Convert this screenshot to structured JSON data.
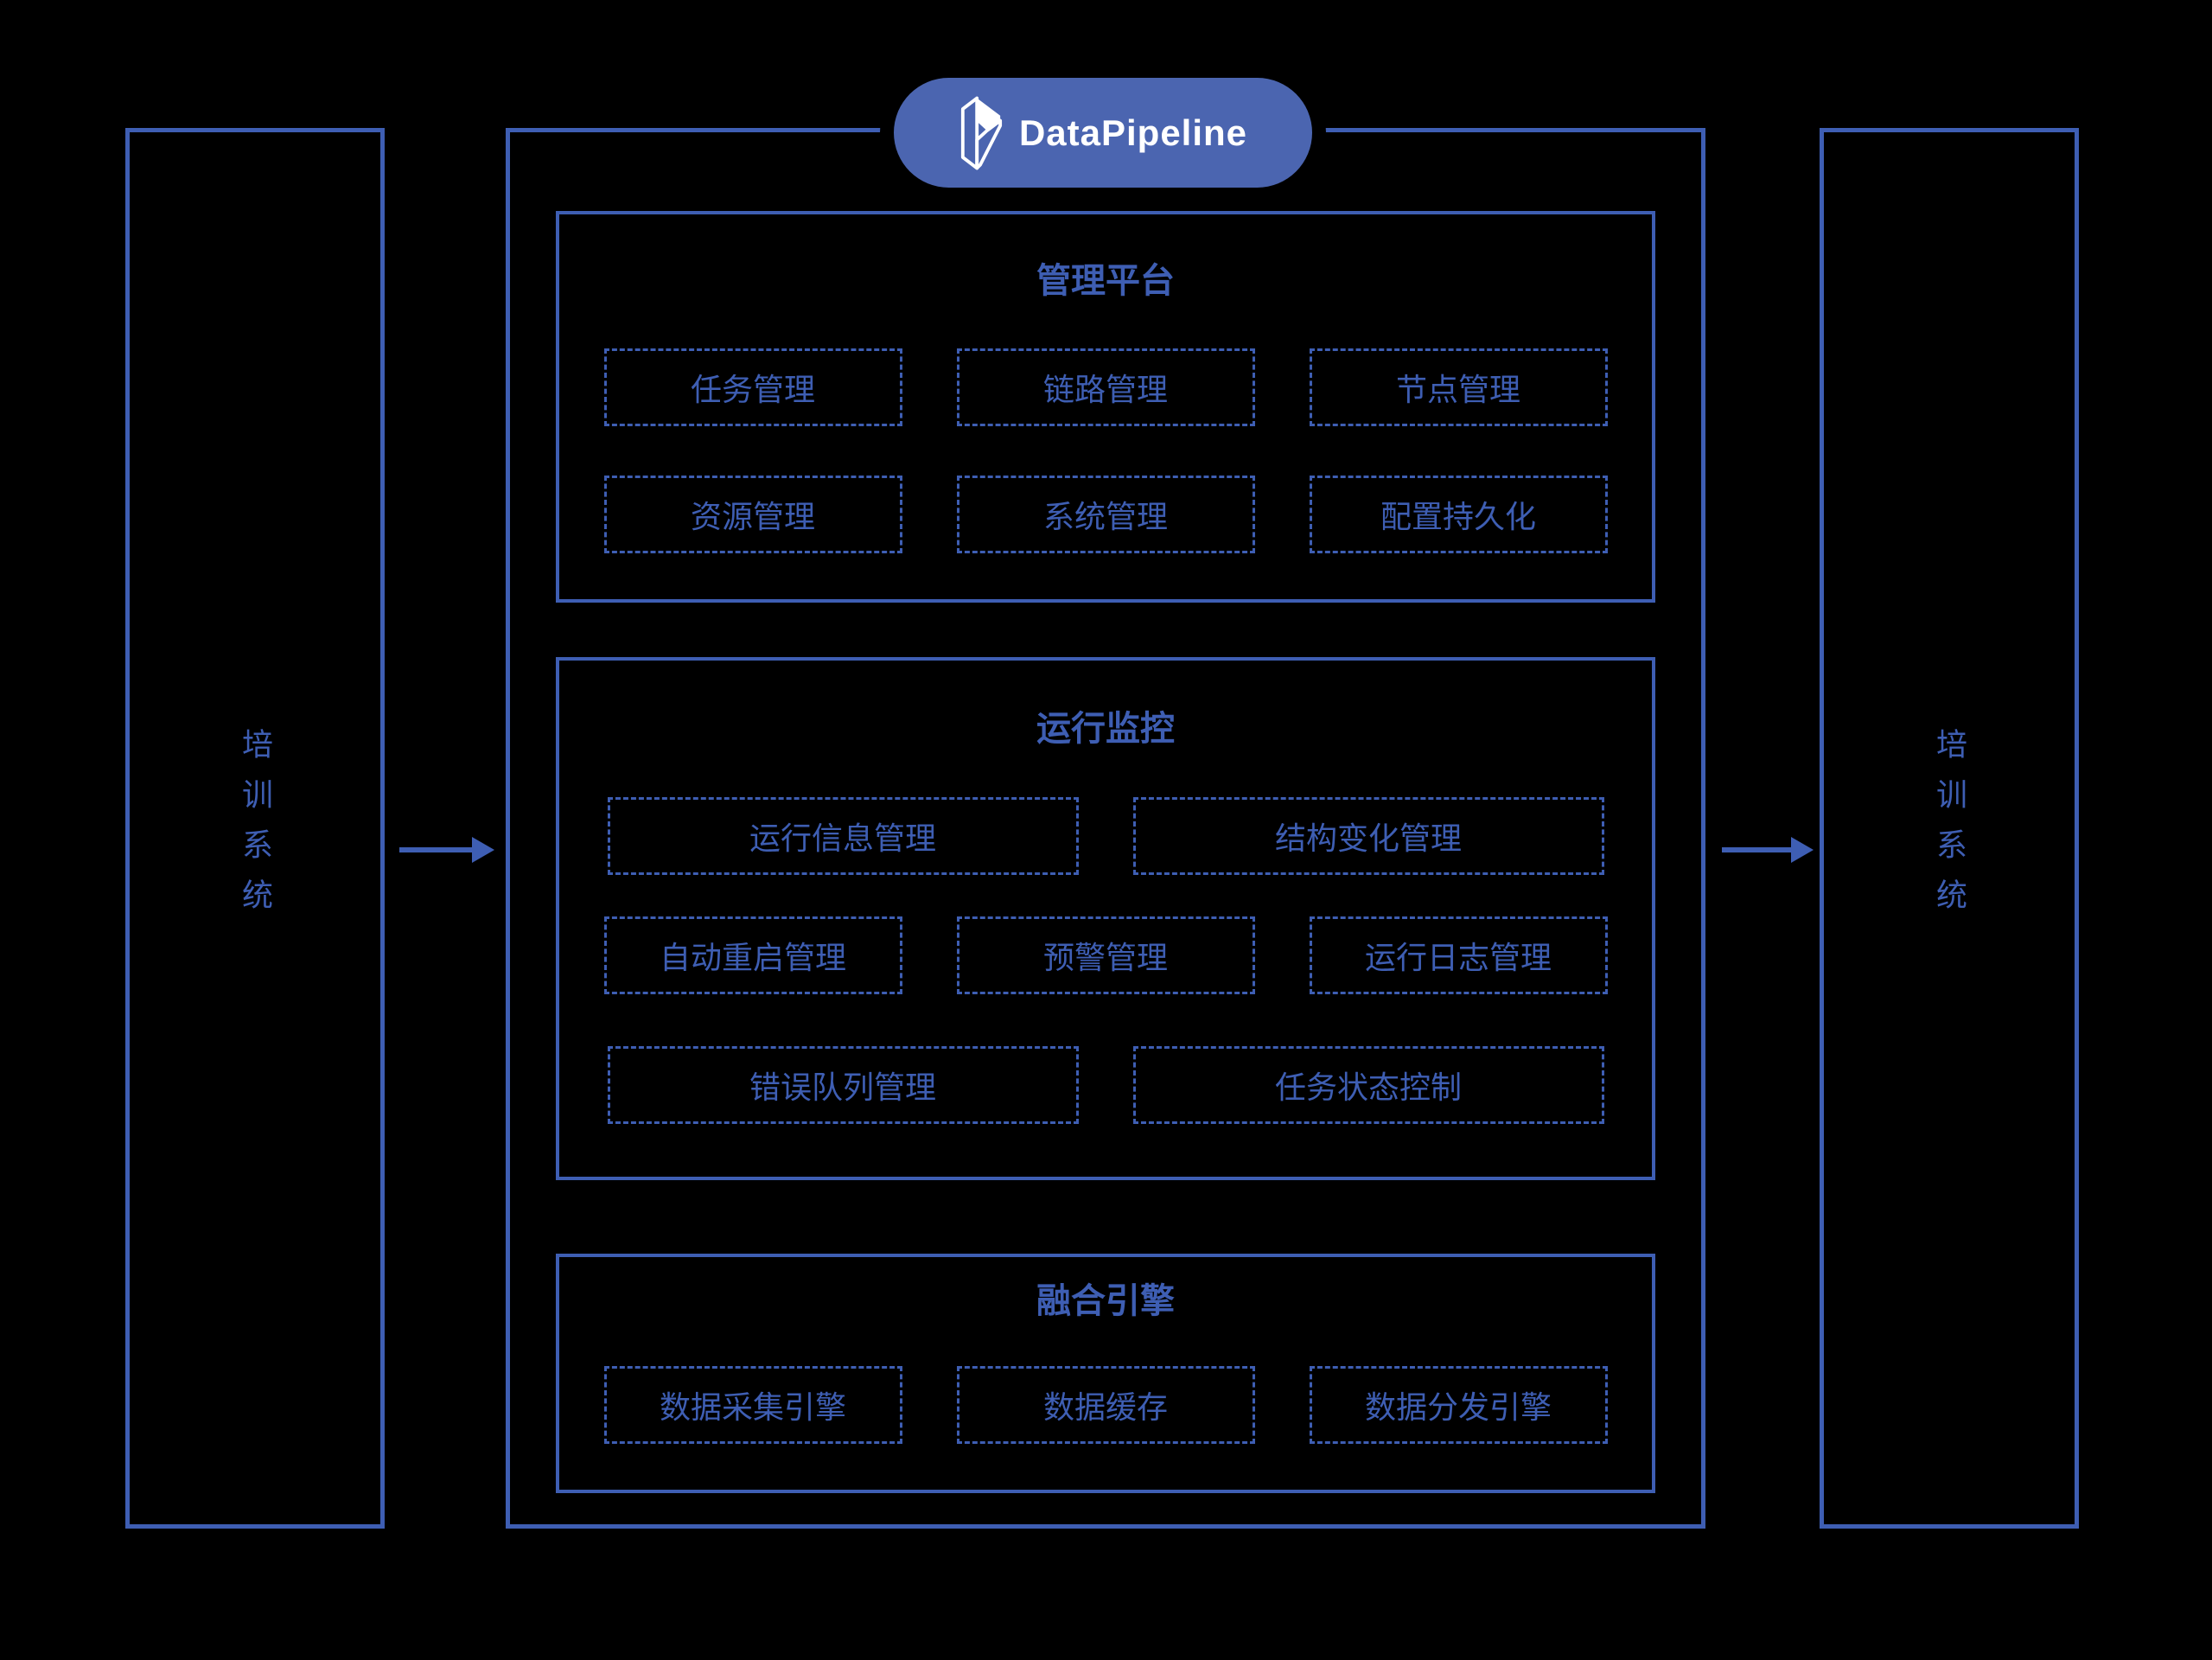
{
  "colors": {
    "background": "#000000",
    "line_blue": "#3e5eb3",
    "pill_blue": "#4b65b0",
    "logo_text_color": "#ffffff"
  },
  "logo": {
    "text": "DataPipeline",
    "icon": "datapipeline-3d-mark-icon"
  },
  "left_panel": {
    "label": "培训系统"
  },
  "right_panel": {
    "label": "培训系统"
  },
  "icons": {
    "flow_arrow_left": "→",
    "flow_arrow_right": "→"
  },
  "sections": [
    {
      "title": "管理平台",
      "rows": [
        [
          "任务管理",
          "链路管理",
          "节点管理"
        ],
        [
          "资源管理",
          "系统管理",
          "配置持久化"
        ]
      ]
    },
    {
      "title": "运行监控",
      "rows": [
        [
          "运行信息管理",
          "结构变化管理"
        ],
        [
          "自动重启管理",
          "预警管理",
          "运行日志管理"
        ],
        [
          "错误队列管理",
          "任务状态控制"
        ]
      ]
    },
    {
      "title": "融合引擎",
      "rows": [
        [
          "数据采集引擎",
          "数据缓存",
          "数据分发引擎"
        ]
      ]
    }
  ]
}
